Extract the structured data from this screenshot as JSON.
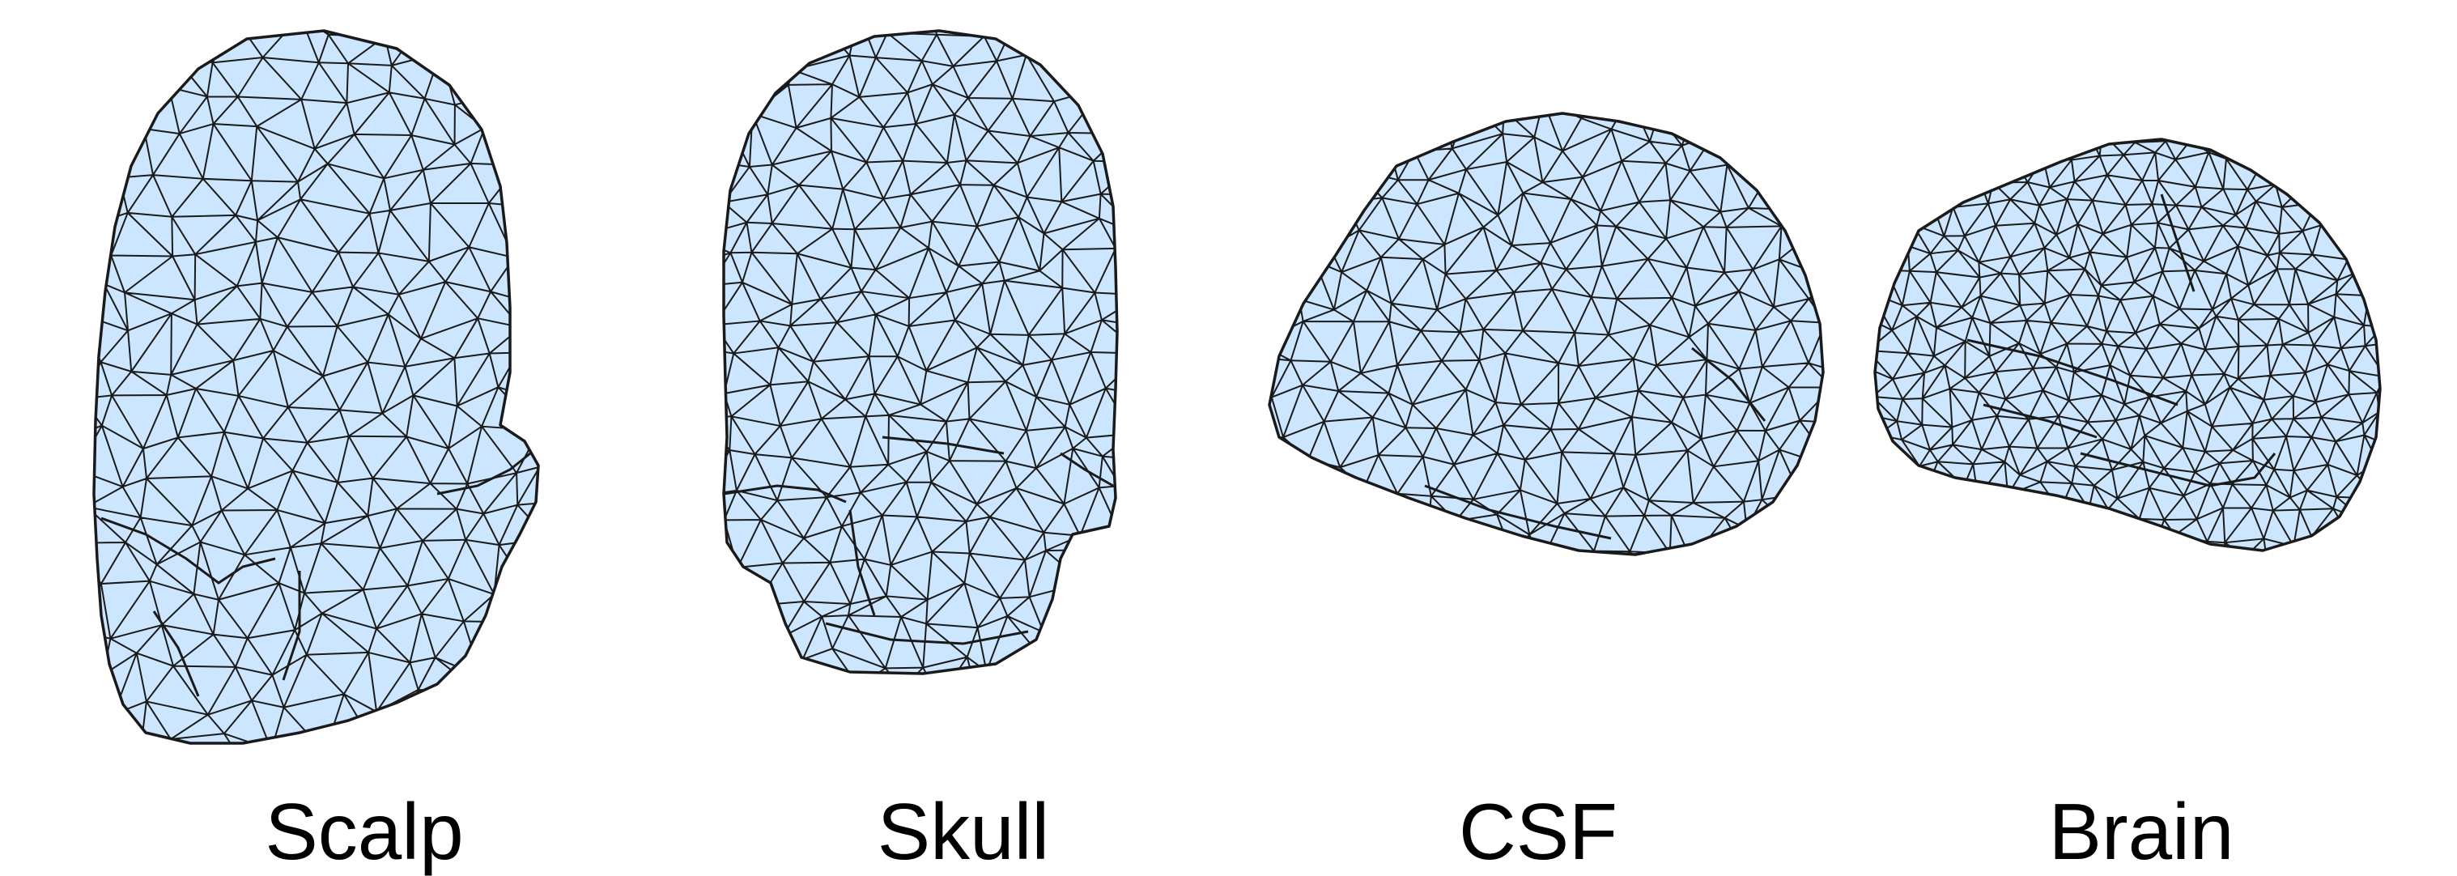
{
  "colors": {
    "surface_fill": "#cce6ff",
    "mesh_edge": "#1a1a1a",
    "background": "#ffffff",
    "label_text": "#000000"
  },
  "panels": [
    {
      "id": "scalp",
      "label": "Scalp",
      "shape": "head-mesh"
    },
    {
      "id": "skull",
      "label": "Skull",
      "shape": "skull-mesh"
    },
    {
      "id": "csf",
      "label": "CSF",
      "shape": "csf-mesh"
    },
    {
      "id": "brain",
      "label": "Brain",
      "shape": "brain-mesh"
    }
  ]
}
